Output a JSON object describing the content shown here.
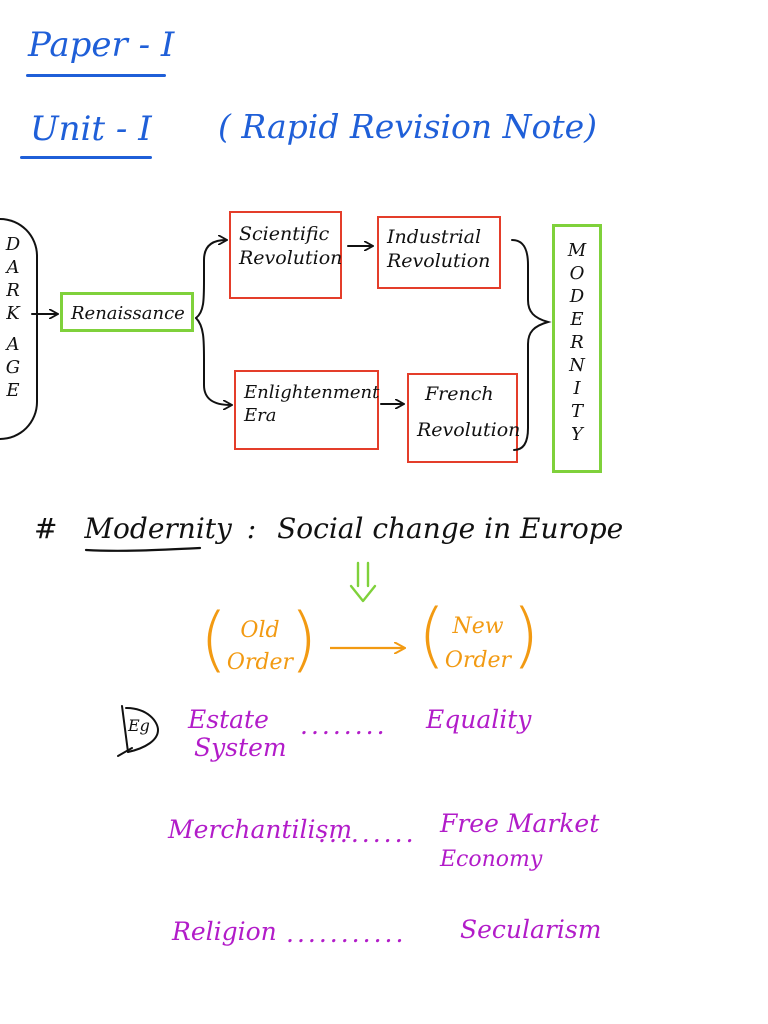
{
  "heading": {
    "paper": "Paper - I",
    "unit": "Unit - I",
    "note": "( Rapid Revision Note)"
  },
  "diagram": {
    "dark_age_letters": [
      "D",
      "A",
      "R",
      "K",
      "A",
      "G",
      "E"
    ],
    "renaissance": "Renaissance",
    "scientific_line1": "Scientific",
    "scientific_line2": "Revolution",
    "industrial_line1": "Industrial",
    "industrial_line2": "Revolution",
    "enlightenment_line1": "Enlightenment",
    "enlightenment_line2": "Era",
    "french_line1": "French",
    "french_line2": "Revolution",
    "modernity_letters": [
      "M",
      "O",
      "D",
      "E",
      "R",
      "N",
      "I",
      "T",
      "Y"
    ]
  },
  "modernity": {
    "hash": "#",
    "term": "Modernity",
    "colon": ":",
    "definition": "Social change in Europe"
  },
  "orders": {
    "old_line1": "Old",
    "old_line2": "Order",
    "new_line1": "New",
    "new_line2": "Order"
  },
  "examples": {
    "eg_label": "Eg",
    "rows": [
      {
        "from_line1": "Estate",
        "from_line2": "System",
        "dots": "........",
        "to_line1": "Equality",
        "to_line2": ""
      },
      {
        "from_line1": "Merchantilism",
        "from_line2": "",
        "dots": ".........",
        "to_line1": "Free Market",
        "to_line2": "Economy"
      },
      {
        "from_line1": "Religion",
        "from_line2": "",
        "dots": "...........",
        "to_line1": "Secularism",
        "to_line2": ""
      }
    ]
  },
  "colors": {
    "heading_blue": "#1f5fd8",
    "box_red": "#e43d2a",
    "box_green": "#7fd13b",
    "order_orange": "#f29a12",
    "example_purple": "#b21cc9"
  }
}
